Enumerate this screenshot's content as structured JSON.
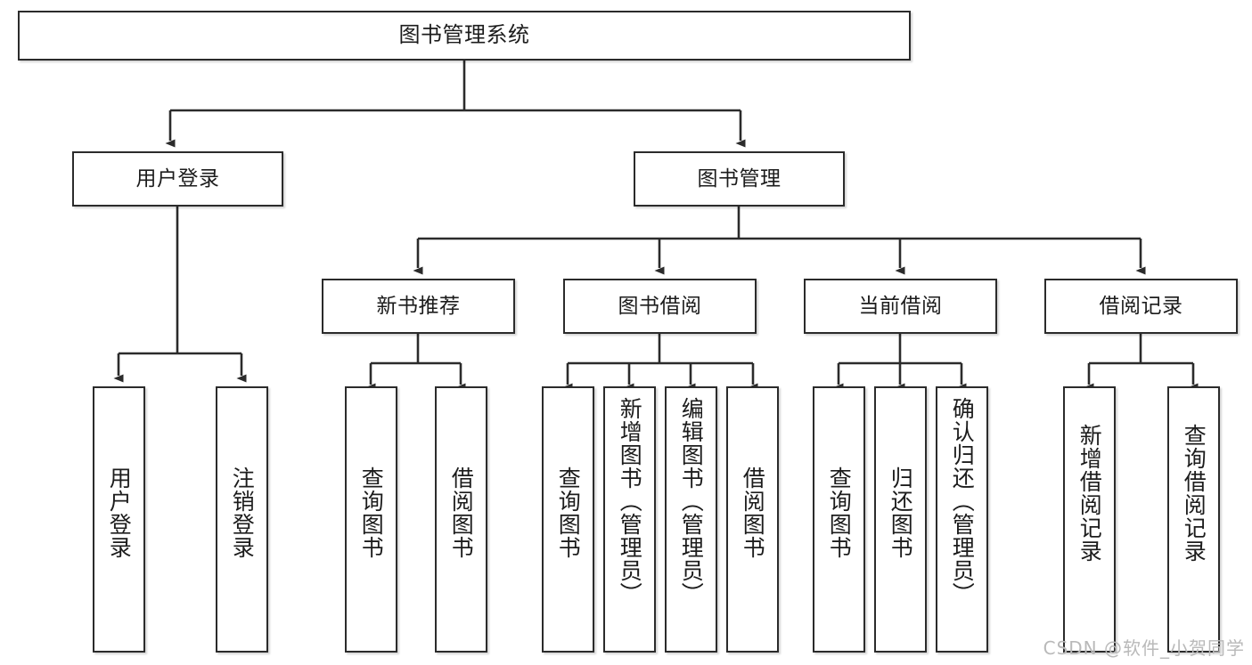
{
  "diagram": {
    "title": "图书管理系统",
    "type": "tree",
    "watermark": "CSDN @软件_小贺同学",
    "colors": {
      "box_border": "#2b2b2b",
      "box_fill": "#ffffff",
      "connector": "#2b2b2b",
      "text": "#1c1c1c",
      "watermark": "#b9b9b9"
    },
    "levels": {
      "root": "图书管理系统",
      "level2": [
        "用户登录",
        "图书管理"
      ],
      "level3": [
        "新书推荐",
        "图书借阅",
        "当前借阅",
        "借阅记录"
      ]
    },
    "nodes": {
      "root": {
        "label": "图书管理系统"
      },
      "user_login": {
        "label": "用户登录"
      },
      "book_manage": {
        "label": "图书管理"
      },
      "new_book_rec": {
        "label": "新书推荐"
      },
      "book_borrow": {
        "label": "图书借阅"
      },
      "current_borrow": {
        "label": "当前借阅"
      },
      "borrow_record": {
        "label": "借阅记录"
      },
      "leaf_user_login": {
        "label": "用户登录"
      },
      "leaf_logout": {
        "label": "注销登录"
      },
      "leaf_query_book_1": {
        "label": "查询图书"
      },
      "leaf_borrow_book_1": {
        "label": "借阅图书"
      },
      "leaf_query_book_2": {
        "label": "查询图书"
      },
      "leaf_add_book": {
        "label": "新增图书（管理员）"
      },
      "leaf_edit_book": {
        "label": "编辑图书（管理员）"
      },
      "leaf_borrow_book_2": {
        "label": "借阅图书"
      },
      "leaf_query_book_3": {
        "label": "查询图书"
      },
      "leaf_return_book": {
        "label": "归还图书"
      },
      "leaf_confirm_return": {
        "label": "确认归还（管理员）"
      },
      "leaf_add_record": {
        "label": "新增借阅记录"
      },
      "leaf_query_record": {
        "label": "查询借阅记录"
      }
    }
  }
}
